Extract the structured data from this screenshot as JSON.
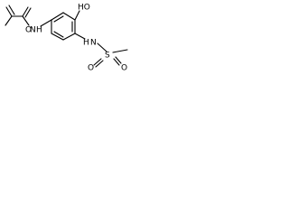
{
  "molecule": {
    "labels": {
      "amide_oxygen": "O",
      "amide_nitrogen": "N",
      "amide_hydrogen": "H",
      "hydroxyl": "HO",
      "sulfonamide_nitrogen": "N",
      "sulfonamide_hydrogen": "H",
      "sulfur": "S",
      "sulfonyl_oxygen_1": "O",
      "sulfonyl_oxygen_2": "O"
    }
  }
}
